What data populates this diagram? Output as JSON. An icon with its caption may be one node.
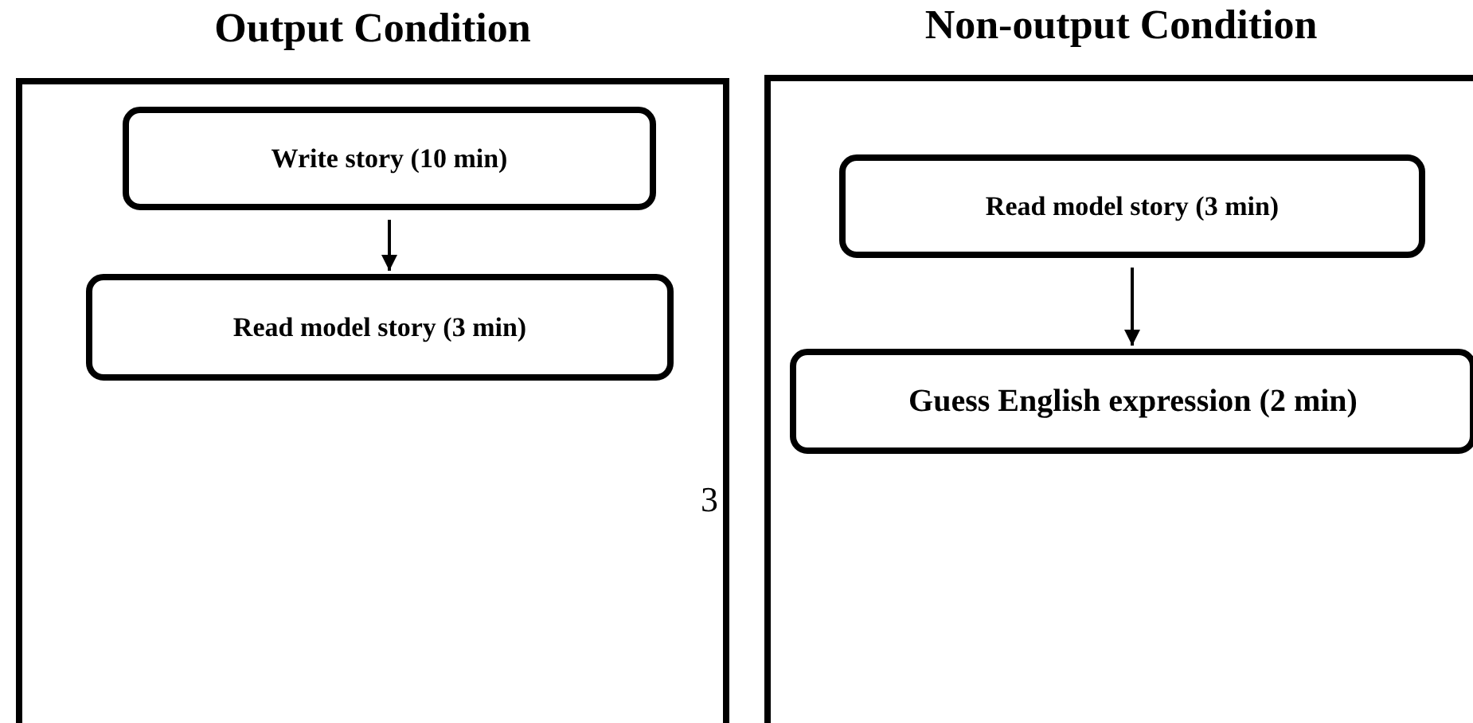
{
  "diagram": {
    "nodes": [
      {
        "text": [
          "Output Condition"
        ]
      },
      {
        "text": [
          "Write story (10 min)"
        ],
        "in": 0
      },
      {
        "text": [
          "Read model story (3 min)"
        ],
        "in": 0
      },
      {
        "text": [
          "Non-output Condition"
        ]
      },
      {
        "text": [
          "Read model story (3 min)"
        ],
        "in": 3
      },
      {
        "text": [
          "Guess English expression (2 min)"
        ],
        "in": 3
      }
    ],
    "edges": [
      {
        "from": 1,
        "to": 2,
        "arrow": "to"
      },
      {
        "from": 4,
        "to": 5,
        "arrow": "to"
      }
    ],
    "labels": [
      "3"
    ]
  }
}
